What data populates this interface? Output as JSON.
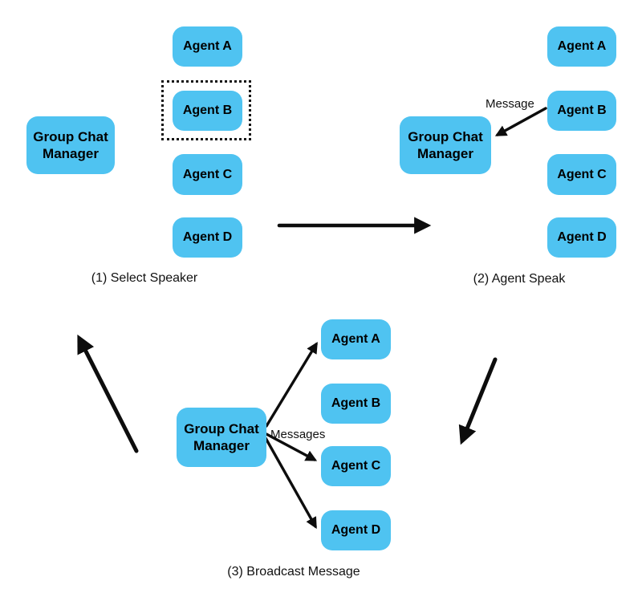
{
  "colors": {
    "node_fill": "#4FC3F1",
    "arrow": "#0d0d0d",
    "text": "#000000"
  },
  "panels": {
    "select_speaker": {
      "caption": "(1) Select Speaker",
      "manager_label": "Group Chat Manager",
      "agents": [
        "Agent A",
        "Agent B",
        "Agent C",
        "Agent D"
      ],
      "selected_agent": "Agent B"
    },
    "agent_speak": {
      "caption": "(2) Agent Speak",
      "manager_label": "Group Chat Manager",
      "agents": [
        "Agent A",
        "Agent B",
        "Agent C",
        "Agent D"
      ],
      "arrow_label": "Message"
    },
    "broadcast": {
      "caption": "(3) Broadcast Message",
      "manager_label": "Group Chat Manager",
      "agents": [
        "Agent A",
        "Agent B",
        "Agent C",
        "Agent D"
      ],
      "arrow_label": "Messages"
    }
  }
}
